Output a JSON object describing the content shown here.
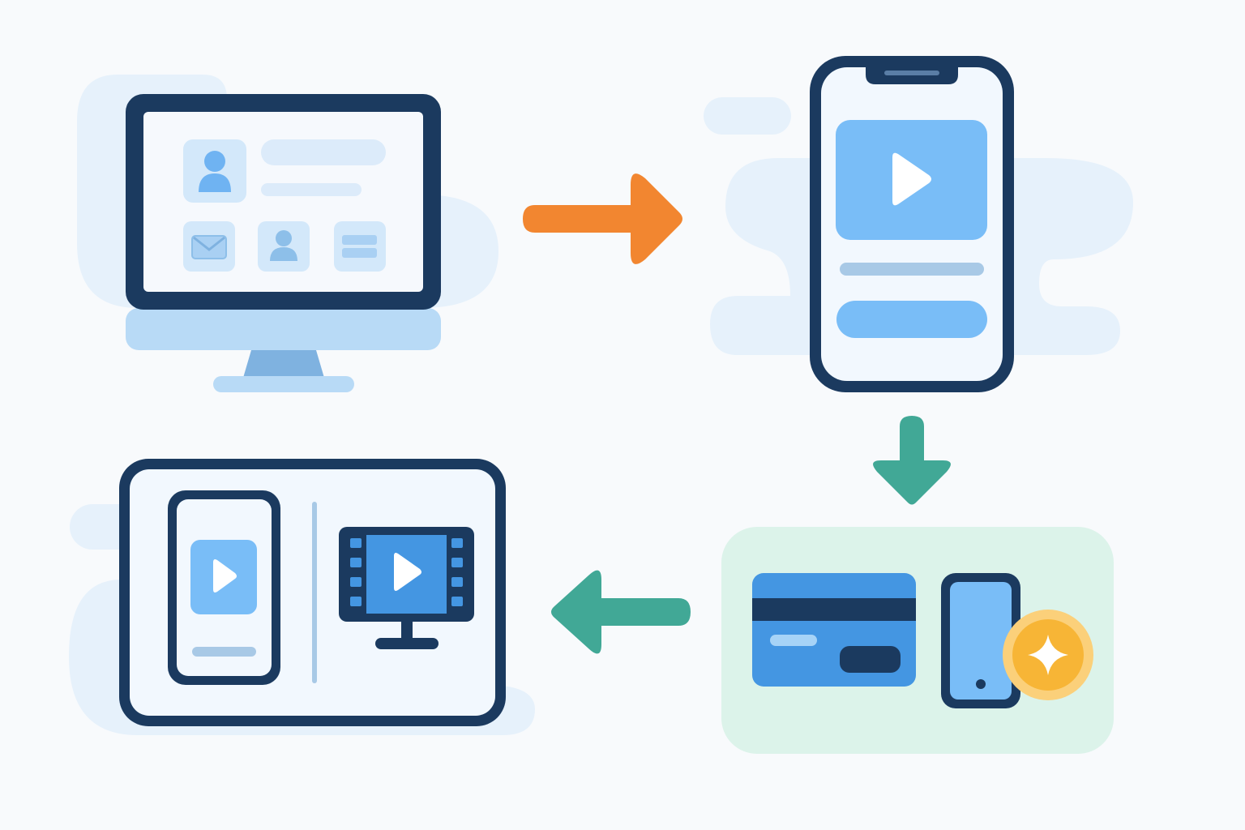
{
  "diagram": {
    "type": "flow",
    "steps": [
      {
        "icon": "desktop-monitor-icon"
      },
      {
        "icon": "smartphone-video-icon"
      },
      {
        "icon": "payment-card-and-phone-icon"
      },
      {
        "icon": "multi-device-streaming-icon"
      }
    ],
    "arrows": [
      {
        "from": 0,
        "to": 1,
        "color": "#f28630"
      },
      {
        "from": 1,
        "to": 2,
        "color": "#41a896"
      },
      {
        "from": 2,
        "to": 3,
        "color": "#41a896"
      }
    ]
  },
  "colors": {
    "background": "#f8fafc",
    "navy_outline": "#1b3a5f",
    "light_blue": "#7cbdf5",
    "pale_blue": "#dcebfa",
    "blob_blue": "#e6f1fb",
    "mint_panel": "#dcf3ea",
    "orange_arrow": "#f28630",
    "teal_arrow": "#41a896",
    "coin_gold": "#f7b536",
    "card_blue": "#4496e2"
  }
}
